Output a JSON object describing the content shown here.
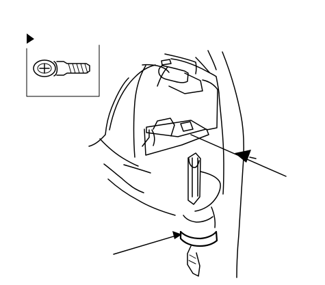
{
  "diagram": {
    "callouts": [
      {
        "name": "fastener-callout",
        "symbol": "triangle-marker",
        "item": "screw"
      },
      {
        "name": "clip-or-trim-callout",
        "symbol": "triangle-marker",
        "item": "panel"
      },
      {
        "name": "lower-callout",
        "symbol": "arrow",
        "item": "grommet"
      }
    ],
    "colors": {
      "ink": "#000000",
      "paper": "#ffffff"
    }
  }
}
